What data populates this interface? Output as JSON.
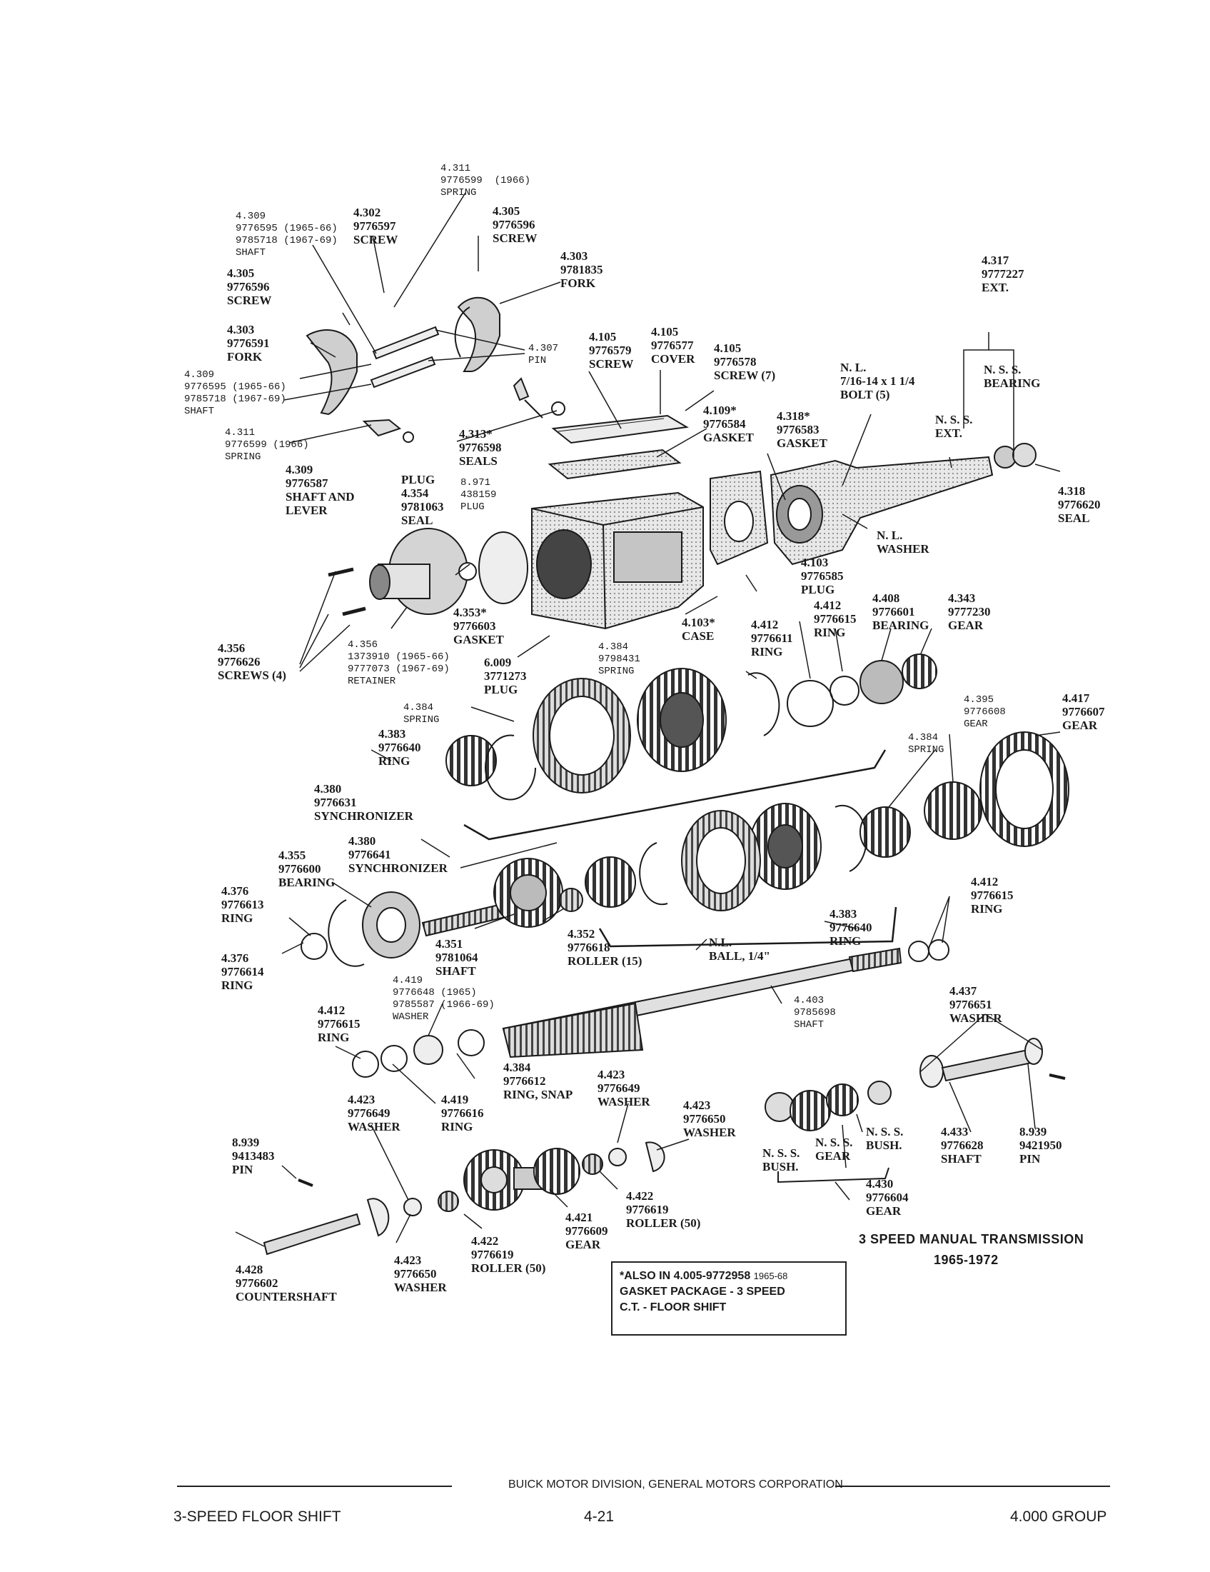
{
  "callouts": [
    {
      "id": "c4311top",
      "lines": [
        "4.311",
        "9776599  (1966)",
        "SPRING"
      ],
      "mono": true
    },
    {
      "id": "c4309a",
      "lines": [
        "4.309",
        "9776595 (1965-66)",
        "9785718 (1967-69)",
        "SHAFT"
      ],
      "mono": true
    },
    {
      "id": "c4302",
      "lines": [
        "4.302",
        "9776597",
        "SCREW"
      ]
    },
    {
      "id": "c4305a",
      "lines": [
        "4.305",
        "9776596",
        "SCREW"
      ]
    },
    {
      "id": "c4303a",
      "lines": [
        "4.303",
        "9781835",
        "FORK"
      ]
    },
    {
      "id": "c4305b",
      "lines": [
        "4.305",
        "9776596",
        "SCREW"
      ]
    },
    {
      "id": "c4303b",
      "lines": [
        "4.303",
        "9776591",
        "FORK"
      ]
    },
    {
      "id": "c4307",
      "lines": [
        "4.307",
        "PIN"
      ],
      "mono": true
    },
    {
      "id": "c4309b",
      "lines": [
        "4.309",
        "9776595 (1965-66)",
        "9785718 (1967-69)",
        "SHAFT"
      ],
      "mono": true
    },
    {
      "id": "c4311b",
      "lines": [
        "4.311",
        "9776599 (1966)",
        "SPRING"
      ],
      "mono": true
    },
    {
      "id": "c4313",
      "lines": [
        "4.313*",
        "9776598",
        "SEALS"
      ]
    },
    {
      "id": "c4309c",
      "lines": [
        "4.309",
        "9776587",
        "SHAFT AND",
        "LEVER"
      ]
    },
    {
      "id": "c8971",
      "lines": [
        "8.971",
        "438159",
        "PLUG"
      ],
      "mono": true
    },
    {
      "id": "c4354",
      "lines": [
        "PLUG",
        "4.354",
        "9781063",
        "SEAL"
      ]
    },
    {
      "id": "c4105a",
      "lines": [
        "4.105",
        "9776579",
        "SCREW"
      ]
    },
    {
      "id": "c4105b",
      "lines": [
        "4.105",
        "9776577",
        "COVER"
      ]
    },
    {
      "id": "c4105c",
      "lines": [
        "4.105",
        "9776578",
        "SCREW (7)"
      ]
    },
    {
      "id": "c4109",
      "lines": [
        "4.109*",
        "9776584",
        "GASKET"
      ]
    },
    {
      "id": "c4318a",
      "lines": [
        "4.318*",
        "9776583",
        "GASKET"
      ]
    },
    {
      "id": "cNLbolt",
      "lines": [
        "N. L.",
        "7/16-14 x 1 1/4",
        "BOLT (5)"
      ]
    },
    {
      "id": "cNSSext",
      "lines": [
        "N. S. S.",
        "EXT."
      ]
    },
    {
      "id": "c4317",
      "lines": [
        "4.317",
        "9777227",
        "EXT."
      ]
    },
    {
      "id": "cNSSbrg",
      "lines": [
        "N. S. S.",
        "BEARING"
      ]
    },
    {
      "id": "c4318b",
      "lines": [
        "4.318",
        "9776620",
        "SEAL"
      ]
    },
    {
      "id": "cNLwasher",
      "lines": [
        "N. L.",
        "WASHER"
      ]
    },
    {
      "id": "c4103a",
      "lines": [
        "4.103",
        "9776585",
        "PLUG"
      ]
    },
    {
      "id": "c4103case",
      "lines": [
        "4.103*",
        "CASE"
      ]
    },
    {
      "id": "c4353",
      "lines": [
        "4.353*",
        "9776603",
        "GASKET"
      ]
    },
    {
      "id": "c4356a",
      "lines": [
        "4.356",
        "9776626",
        "SCREWS (4)"
      ]
    },
    {
      "id": "c4356b",
      "lines": [
        "4.356",
        "1373910 (1965-66)",
        "9777073 (1967-69)",
        "RETAINER"
      ],
      "mono": true
    },
    {
      "id": "c6009",
      "lines": [
        "6.009",
        "3771273",
        "PLUG"
      ]
    },
    {
      "id": "c4384a",
      "lines": [
        "4.384",
        "9798431",
        "SPRING"
      ],
      "mono": true
    },
    {
      "id": "c4412a",
      "lines": [
        "4.412",
        "9776611",
        "RING"
      ]
    },
    {
      "id": "c4412b",
      "lines": [
        "4.412",
        "9776615",
        "RING"
      ]
    },
    {
      "id": "c4408",
      "lines": [
        "4.408",
        "9776601",
        "BEARING"
      ]
    },
    {
      "id": "c4343",
      "lines": [
        "4.343",
        "9777230",
        "GEAR"
      ]
    },
    {
      "id": "c4384b",
      "lines": [
        "4.384",
        "SPRING"
      ],
      "mono": true
    },
    {
      "id": "c4383a",
      "lines": [
        "4.383",
        "9776640",
        "RING"
      ]
    },
    {
      "id": "c4380a",
      "lines": [
        "4.380",
        "9776631",
        "SYNCHRONIZER"
      ]
    },
    {
      "id": "c4395",
      "lines": [
        "4.395",
        "9776608",
        "GEAR"
      ],
      "mono": true
    },
    {
      "id": "c4417",
      "lines": [
        "4.417",
        "9776607",
        "GEAR"
      ]
    },
    {
      "id": "c4384c",
      "lines": [
        "4.384",
        "SPRING"
      ],
      "mono": true
    },
    {
      "id": "c4380b",
      "lines": [
        "4.380",
        "9776641",
        "SYNCHRONIZER"
      ]
    },
    {
      "id": "c4355",
      "lines": [
        "4.355",
        "9776600",
        "BEARING"
      ]
    },
    {
      "id": "c4376a",
      "lines": [
        "4.376",
        "9776613",
        "RING"
      ]
    },
    {
      "id": "c4376b",
      "lines": [
        "4.376",
        "9776614",
        "RING"
      ]
    },
    {
      "id": "c4351",
      "lines": [
        "4.351",
        "9781064",
        "SHAFT"
      ]
    },
    {
      "id": "c4352",
      "lines": [
        "4.352",
        "9776618",
        "ROLLER (15)"
      ]
    },
    {
      "id": "c4383b",
      "lines": [
        "4.383",
        "9776640",
        "RING"
      ]
    },
    {
      "id": "cNLball",
      "lines": [
        "N.L.",
        "BALL, 1/4\""
      ]
    },
    {
      "id": "c4412c",
      "lines": [
        "4.412",
        "9776615",
        "RING"
      ]
    },
    {
      "id": "c4419a",
      "lines": [
        "4.419",
        "9776648 (1965)",
        "9785587 (1966-69)",
        "WASHER"
      ],
      "mono": true
    },
    {
      "id": "c4412d",
      "lines": [
        "4.412",
        "9776615",
        "RING"
      ]
    },
    {
      "id": "c4403",
      "lines": [
        "4.403",
        "9785698",
        "SHAFT"
      ],
      "mono": true
    },
    {
      "id": "c4437",
      "lines": [
        "4.437",
        "9776651",
        "WASHER"
      ]
    },
    {
      "id": "c4384d",
      "lines": [
        "4.384",
        "9776612",
        "RING, SNAP"
      ]
    },
    {
      "id": "c4419b",
      "lines": [
        "4.419",
        "9776616",
        "RING"
      ]
    },
    {
      "id": "c4423a",
      "lines": [
        "4.423",
        "9776649",
        "WASHER"
      ]
    },
    {
      "id": "c4423b",
      "lines": [
        "4.423",
        "9776649",
        "WASHER"
      ]
    },
    {
      "id": "c4423c",
      "lines": [
        "4.423",
        "9776650",
        "WASHER"
      ]
    },
    {
      "id": "cNSSbush1",
      "lines": [
        "N. S. S.",
        "BUSH."
      ]
    },
    {
      "id": "cNSSgear",
      "lines": [
        "N. S. S.",
        "GEAR"
      ]
    },
    {
      "id": "cNSSbush2",
      "lines": [
        "N. S. S.",
        "BUSH."
      ]
    },
    {
      "id": "c4433",
      "lines": [
        "4.433",
        "9776628",
        "SHAFT"
      ]
    },
    {
      "id": "c8939b",
      "lines": [
        "8.939",
        "9421950",
        "PIN"
      ]
    },
    {
      "id": "c8939a",
      "lines": [
        "8.939",
        "9413483",
        "PIN"
      ]
    },
    {
      "id": "c4422a",
      "lines": [
        "4.422",
        "9776619",
        "ROLLER (50)"
      ]
    },
    {
      "id": "c4430",
      "lines": [
        "4.430",
        "9776604",
        "GEAR"
      ]
    },
    {
      "id": "c4421",
      "lines": [
        "4.421",
        "9776609",
        "GEAR"
      ]
    },
    {
      "id": "c4422b",
      "lines": [
        "4.422",
        "9776619",
        "ROLLER (50)"
      ]
    },
    {
      "id": "c4423d",
      "lines": [
        "4.423",
        "9776650",
        "WASHER"
      ]
    },
    {
      "id": "c4428",
      "lines": [
        "4.428",
        "9776602",
        "COUNTERSHAFT"
      ]
    }
  ],
  "caption": {
    "title": "3 SPEED MANUAL TRANSMISSION",
    "years": "1965-1972"
  },
  "gasket_note": {
    "line1": "*ALSO IN 4.005-9772958",
    "line1_years": "1965-68",
    "line2": "GASKET PACKAGE - 3 SPEED",
    "line3": "C.T. - FLOOR SHIFT"
  },
  "footer": {
    "company": "BUICK MOTOR DIVISION, GENERAL MOTORS CORPORATION",
    "left": "3-SPEED FLOOR SHIFT",
    "page": "4-21",
    "right": "4.000 GROUP"
  }
}
